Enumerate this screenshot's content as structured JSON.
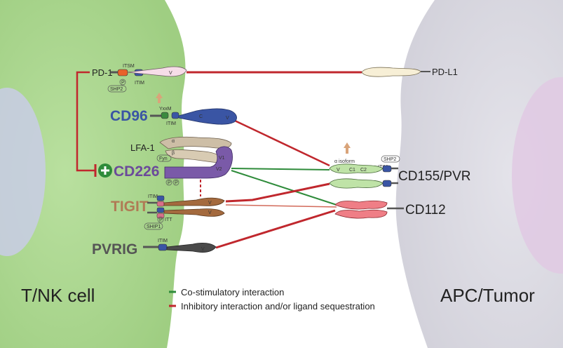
{
  "cells": {
    "left": "T/NK cell",
    "right": "APC/Tumor"
  },
  "receptors": {
    "pd1": "PD-1",
    "cd96": "CD96",
    "lfa1": "LFA-1",
    "cd226": "CD226",
    "tigit": "TIGIT",
    "pvrig": "PVRIG"
  },
  "ligands": {
    "pdl1": "PD-L1",
    "cd155": "CD155/PVR",
    "cd112": "CD112",
    "alpha_isoform": "α isoform"
  },
  "motifs": {
    "itsm": "ITSM",
    "itim": "ITIM",
    "shp2": "SHP2",
    "shp1": "SHIP1",
    "yxxm": "YxxM",
    "fyn": "Fyn",
    "itt": "ITT",
    "p": "P"
  },
  "domains": {
    "v": "V",
    "c": "C",
    "v1": "V1",
    "v2": "V2",
    "c1": "C1",
    "c2": "C2",
    "alpha": "α",
    "beta": "β"
  },
  "legend": {
    "costim": "Co-stimulatory interaction",
    "inhib": "Inhibitory interaction and/or ligand sequestration"
  },
  "colors": {
    "costim": "#2e8b3a",
    "inhib": "#c0272d",
    "tcell": "#a9d58f",
    "apc": "#d9d8e0",
    "cd96": "#3a55a4",
    "cd226": "#6b4a9a",
    "tigit": "#b07b55",
    "pvrig": "#4a4a4a"
  }
}
